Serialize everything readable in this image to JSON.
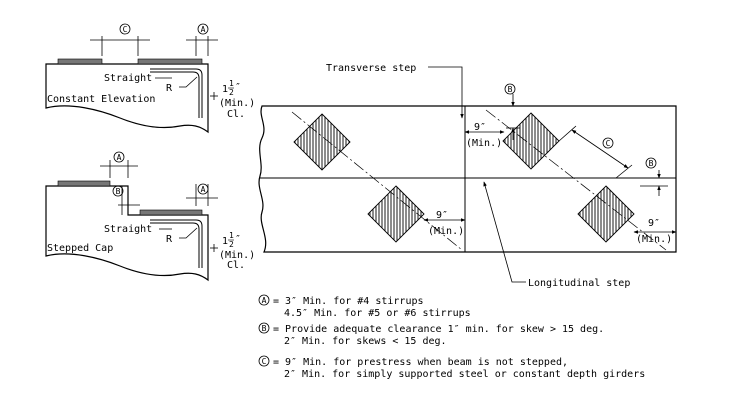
{
  "detail_constant": {
    "straight_label": "Straight",
    "r_label": "R",
    "dim_whole": "1",
    "dim_num": "1",
    "dim_den": "2",
    "inch": "″",
    "min_label": "(Min.)",
    "cl_label": "Cl.",
    "title": "Constant Elevation",
    "marker_a": "A",
    "marker_c": "C"
  },
  "detail_stepped": {
    "straight_label": "Straight",
    "r_label": "R",
    "dim_whole": "1",
    "dim_num": "1",
    "dim_den": "2",
    "inch": "″",
    "min_label": "(Min.)",
    "cl_label": "Cl.",
    "title": "Stepped Cap",
    "marker_a_top": "A",
    "marker_b": "B",
    "marker_a_right": "A"
  },
  "plan": {
    "transverse_step_label": "Transverse step",
    "longitudinal_step_label": "Longitudinal step",
    "dim_9_a": "9″",
    "min_a": "(Min.)",
    "dim_9_b": "9″",
    "min_b": "(Min.)",
    "dim_9_c": "9″",
    "min_c": "(Min.)",
    "marker_b_top": "B",
    "marker_b_right": "B",
    "marker_c": "C"
  },
  "notes": [
    {
      "marker": "A",
      "line1": "= 3″ Min. for #4 stirrups",
      "line2": "4.5″ Min. for #5 or #6 stirrups"
    },
    {
      "marker": "B",
      "line1": "= Provide adequate clearance 1″ min. for skew > 15 deg.",
      "line2": "2″ Min. for skews < 15 deg."
    },
    {
      "marker": "C",
      "line1": "= 9″ Min. for prestress when beam is not stepped,",
      "line2": "2″ Min. for simply supported steel or constant depth girders"
    }
  ]
}
